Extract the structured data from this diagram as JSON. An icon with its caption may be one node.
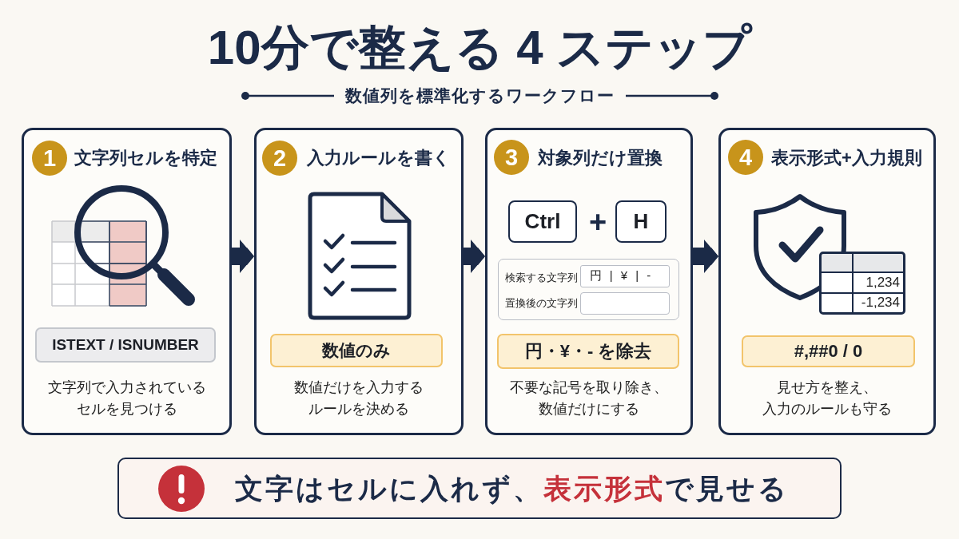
{
  "diagram": {
    "title": "10分で整える 4 ステップ",
    "nodes": [
      {
        "text": [
          "文字列セルを特定",
          "文字列で入力されているセルを見つける"
        ]
      },
      {
        "text": [
          "1"
        ],
        "in": 0
      },
      {
        "text": [
          "ISTEXT / ISNUMBER"
        ],
        "in": 0
      },
      {
        "text": [
          "入力ルールを書く",
          "数値だけを入力するルールを決める"
        ]
      },
      {
        "text": [
          "2"
        ],
        "in": 3
      },
      {
        "text": [
          "数値のみ"
        ],
        "in": 3
      },
      {
        "text": [
          "対象列だけ置換",
          "不要な記号を取り除き、数値だけにする"
        ]
      },
      {
        "text": [
          "3"
        ],
        "in": 6
      },
      {
        "text": [
          "Ctrl"
        ],
        "in": 6
      },
      {
        "text": [
          "H"
        ],
        "in": 6
      },
      {
        "text": [
          "検索する文字列",
          "置換後の文字列"
        ],
        "in": 6
      },
      {
        "text": [
          "円 | ¥ | -"
        ],
        "in": 10
      },
      {
        "text": [],
        "shape": "box",
        "in": 10
      },
      {
        "text": [
          "円・¥・- を除去"
        ],
        "in": 6
      },
      {
        "text": [
          "表示形式+入力規則",
          "見せ方を整え、入力のルールも守る"
        ]
      },
      {
        "text": [
          "4"
        ],
        "in": 14
      },
      {
        "text": [
          "1,234",
          "-1,234"
        ],
        "in": 14
      },
      {
        "text": [
          "#,##0 / 0"
        ],
        "in": 14
      },
      {
        "text": [
          "文字はセルに入れず、**表示形式**で見せる"
        ]
      }
    ],
    "edges": [
      {
        "from": 0,
        "to": 3,
        "arrow": "to"
      },
      {
        "from": 3,
        "to": 6,
        "arrow": "to"
      },
      {
        "from": 6,
        "to": 14,
        "arrow": "to"
      }
    ],
    "labels": [
      "数値列を標準化するワークフロー",
      "+"
    ]
  }
}
